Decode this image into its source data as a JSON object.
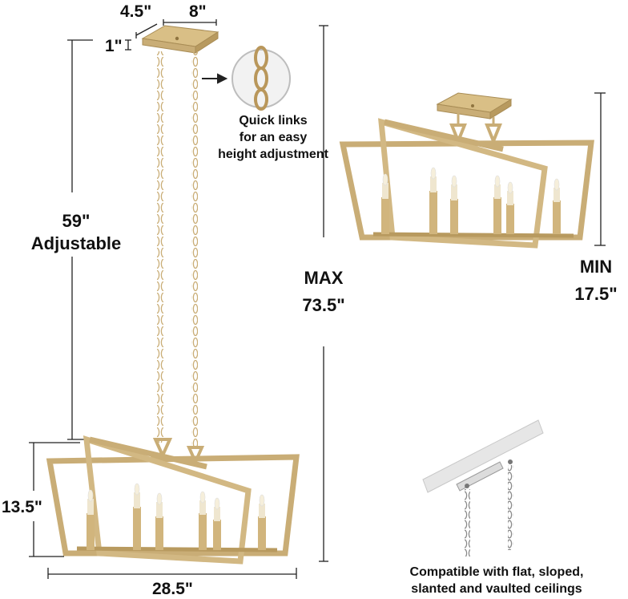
{
  "dimensions": {
    "canopy_depth": "4.5\"",
    "canopy_width": "8\"",
    "canopy_height": "1\"",
    "chain_length_value": "59\"",
    "chain_length_note": "Adjustable",
    "max_label": "MAX",
    "max_value": "73.5\"",
    "min_label": "MIN",
    "min_value": "17.5\"",
    "fixture_height": "13.5\"",
    "fixture_width": "28.5\""
  },
  "callouts": {
    "quick_links_line1": "Quick links",
    "quick_links_line2": "for an easy",
    "quick_links_line3": "height adjustment",
    "compatible_line1": "Compatible with flat, sloped,",
    "compatible_line2": "slanted and vaulted ceilings"
  },
  "colors": {
    "gold": "#c9ad76",
    "gold_dark": "#a88c55",
    "gold_light": "#e2cfa0",
    "candle": "#efe6cf",
    "line": "#222222",
    "chain_gray": "#8a8a8a"
  }
}
